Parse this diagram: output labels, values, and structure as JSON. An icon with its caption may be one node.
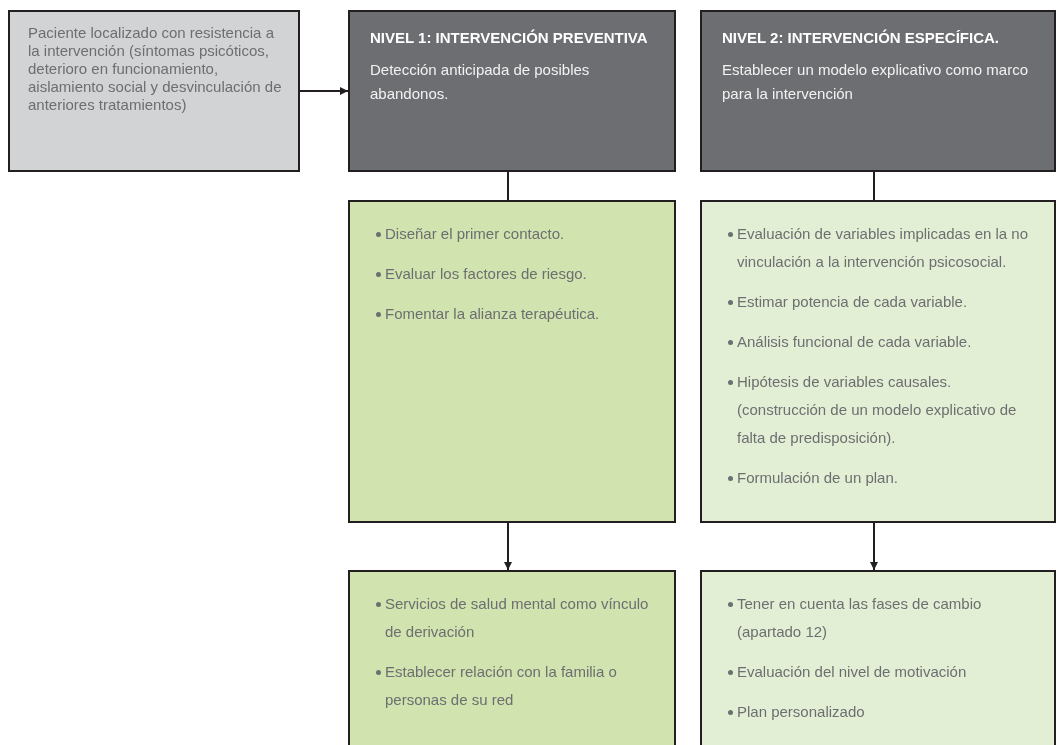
{
  "diagram": {
    "nodes": [
      {
        "text": [
          "Paciente localizado con resistencia a la intervención (síntomas psicóticos, deterioro en funcionamiento, aislamiento social y desvinculación de anteriores tratamientos)"
        ]
      },
      {
        "text": [
          "NIVEL 1: INTERVENCIÓN PREVENTIVA",
          "Detección anticipada de posibles abandonos."
        ]
      },
      {
        "text": [
          "NIVEL 2: INTERVENCIÓN ESPECÍFICA.",
          "Establecer un modelo explicativo como marco para la intervención"
        ]
      },
      {
        "text": [
          "Diseñar el primer contacto.",
          "Evaluar los factores de riesgo.",
          "Fomentar la alianza terapéutica."
        ]
      },
      {
        "text": [
          "Evaluación de variables implicadas en la no vinculación a la intervención psicosocial.",
          "Estimar potencia de cada variable.",
          "Análisis funcional de cada variable.",
          "Hipótesis de variables causales. (construcción de un modelo explicativo de falta de predisposición).",
          "Formulación de un plan."
        ]
      },
      {
        "text": [
          "Servicios de salud mental como vínculo de derivación",
          "Establecer relación con la familia o personas de su red"
        ]
      },
      {
        "text": [
          "Tener en cuenta las fases de cambio (apartado 12)",
          "Evaluación del nivel de motivación",
          "Plan personalizado"
        ]
      }
    ],
    "edges": [
      {
        "from": 0,
        "to": 1,
        "arrow": "to"
      },
      {
        "from": 1,
        "to": 3,
        "arrow": "none"
      },
      {
        "from": 2,
        "to": 4,
        "arrow": "none"
      },
      {
        "from": 3,
        "to": 5,
        "arrow": "to"
      },
      {
        "from": 4,
        "to": 6,
        "arrow": "to"
      }
    ]
  }
}
